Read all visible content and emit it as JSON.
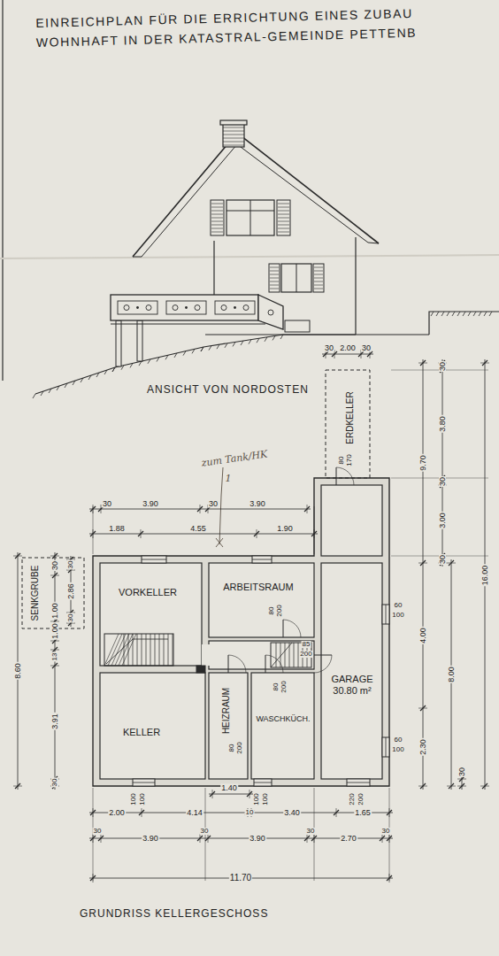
{
  "diagram": {
    "title": "EINREICHPLAN FÜR DIE ERRICHTUNG EINES ZUBAU WOHNHAFT IN DER KATASTRAL-GEMEINDE PETTENB",
    "caption": "GRUNDRISS KELLERGESCHOSS",
    "nodes": [
      {
        "text": [
          "ERDKELLER"
        ]
      },
      {
        "text": [
          "SENKGRUBE"
        ]
      },
      {
        "text": [
          "VORKELLER"
        ]
      },
      {
        "text": [
          "ARBEITSRAUM"
        ]
      },
      {
        "text": [
          "GARAGE",
          "30.80 m²"
        ]
      },
      {
        "text": [
          "KELLER"
        ]
      },
      {
        "text": [
          "HEIZRAUM"
        ]
      },
      {
        "text": [
          "WASCHKÜCH."
        ]
      }
    ],
    "labels": [
      "ANSICHT VON NORDOSTEN",
      "zum Tank/HK",
      "1",
      "30",
      "3.90",
      "30",
      "3.90",
      "1.88",
      "4.55",
      "1.90",
      "30",
      "2.00",
      "30",
      "30",
      "3.80",
      "30",
      "3.00",
      "30",
      "9.70",
      "4.00",
      "8.00",
      "2.30",
      "30",
      "16.00",
      "8.60",
      "30",
      "1.00",
      "1.00",
      "13",
      "3.91",
      "30",
      "30",
      "2.86",
      "30",
      "80",
      "200",
      "85",
      "200",
      "80",
      "200",
      "80",
      "200",
      "80",
      "170",
      "60",
      "100",
      "60",
      "100",
      "100",
      "100",
      "100",
      "100",
      "220",
      "200",
      "1.40",
      "2.00",
      "4.14",
      "10",
      "3.40",
      "1.65",
      "30",
      "3.90",
      "30",
      "3.90",
      "30",
      "2.70",
      "30",
      "11.70"
    ]
  }
}
